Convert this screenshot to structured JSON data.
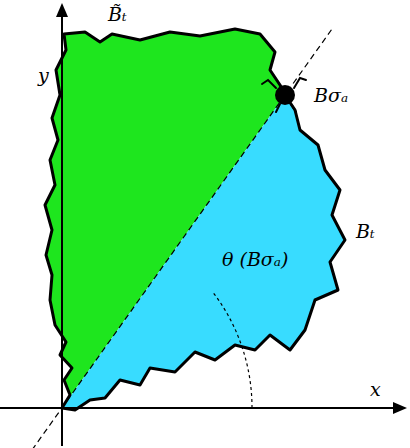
{
  "diagram": {
    "labels": [
      "y",
      "x",
      "B̃ₜ",
      "Bσₐ",
      "Bₜ",
      "θ (Bσₐ)"
    ]
  }
}
